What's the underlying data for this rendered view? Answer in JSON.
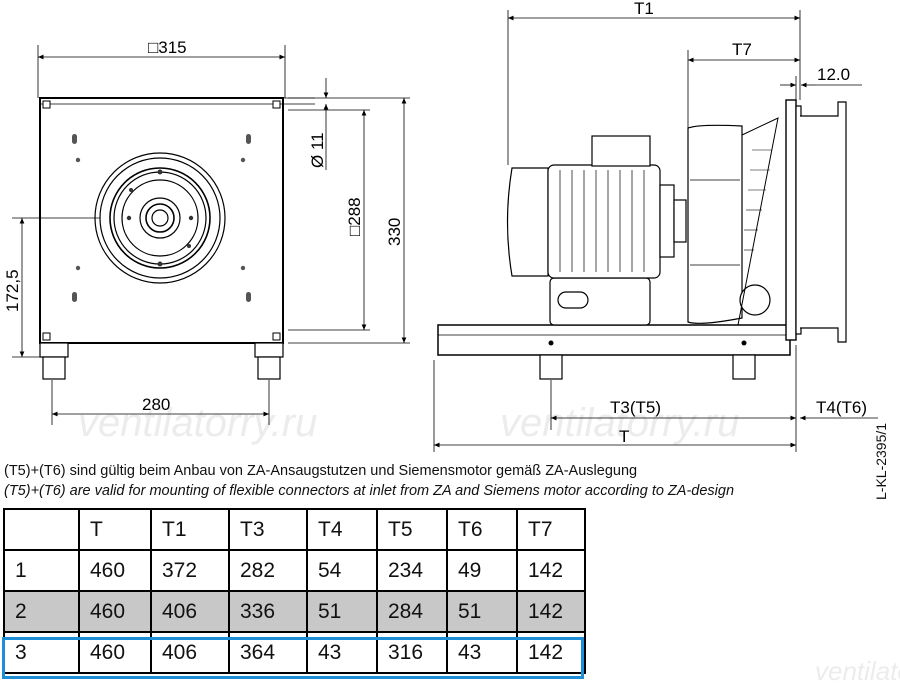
{
  "front_view": {
    "width_label": "□315",
    "hole_label": "Ø 11",
    "inner_label": "□288",
    "height_label": "330",
    "axis_height_label": "172,5",
    "foot_label": "280"
  },
  "side_view": {
    "t1_label": "T1",
    "t7_label": "T7",
    "offset_label": "12.0",
    "t3_label": "T3(T5)",
    "t4_label": "T4(T6)",
    "t_label": "T"
  },
  "watermark": [
    "ventilatorry.ru",
    "ventilatorry.ru",
    "ventilatorry.ru"
  ],
  "notes": {
    "german": "(T5)+(T6) sind gültig beim Anbau von ZA-Ansaugstutzen und Siemensmotor gemäß ZA-Auslegung",
    "english": "(T5)+(T6) are valid for mounting of flexible connectors at inlet from ZA and Siemens motor according to ZA-design"
  },
  "doc_id": "L-KL-2395/1",
  "table": {
    "headers": [
      "",
      "T",
      "T1",
      "T3",
      "T4",
      "T5",
      "T6",
      "T7"
    ],
    "rows": [
      [
        "1",
        "460",
        "372",
        "282",
        "54",
        "234",
        "49",
        "142"
      ],
      [
        "2",
        "460",
        "406",
        "336",
        "51",
        "284",
        "51",
        "142"
      ],
      [
        "3",
        "460",
        "406",
        "364",
        "43",
        "316",
        "43",
        "142"
      ]
    ]
  },
  "colors": {
    "highlight_row": "#c8c8c8",
    "selection_border": "#1e8fd6"
  }
}
